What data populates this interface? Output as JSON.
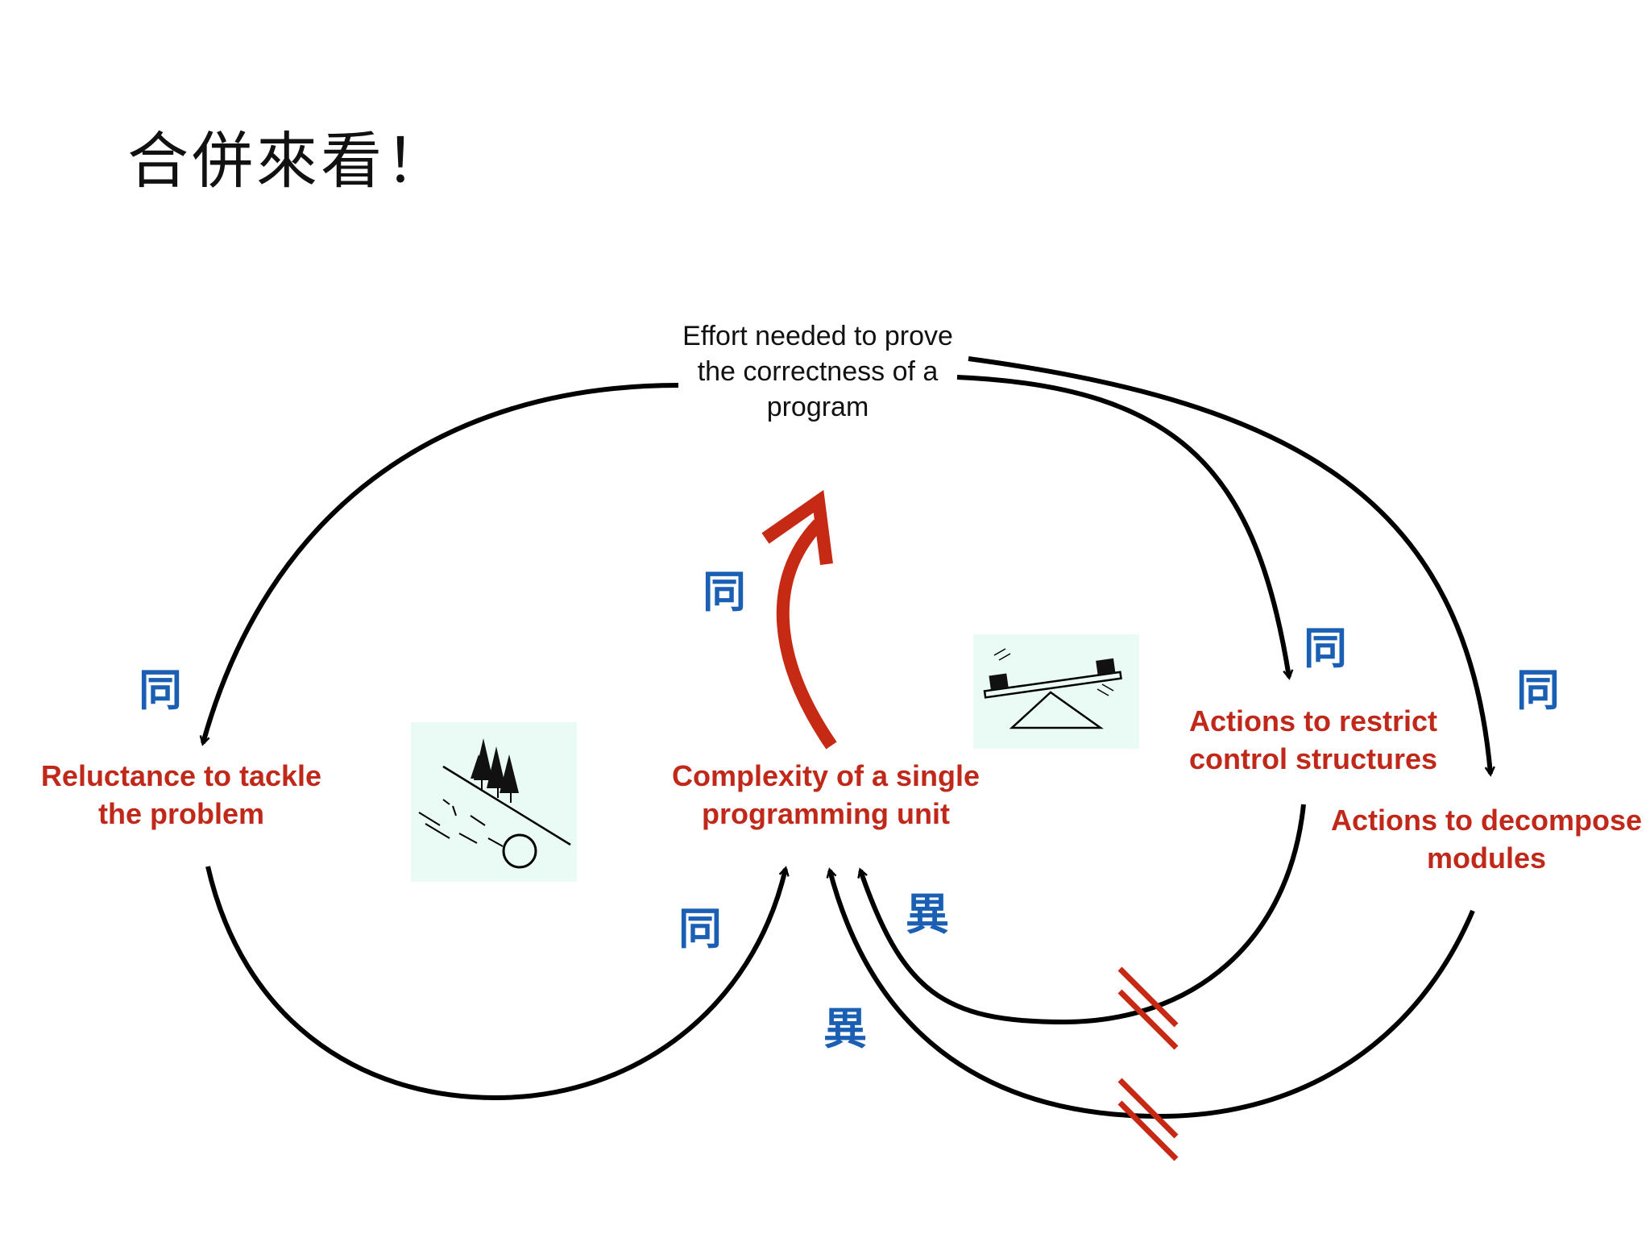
{
  "slide": {
    "title": "合併來看！"
  },
  "nodes": {
    "effort": "Effort needed to prove the correctness of a program",
    "reluctance": "Reluctance to tackle the problem",
    "complexity": "Complexity of a single programming unit",
    "restrict": "Actions to restrict control structures",
    "decompose": "Actions to decompose modules"
  },
  "marks": {
    "same": "同",
    "opposite": "異"
  },
  "images": {
    "left": "hillside-trees-rolling-boulder-sketch",
    "right": "seesaw-balance-sketch"
  },
  "colors": {
    "arrow": "#000000",
    "highlight_arrow": "#c72a14",
    "node_text": "#c0281a",
    "mark": "#1a5fb4",
    "delay": "#c72a14",
    "image_bg": "#eafaf4"
  }
}
